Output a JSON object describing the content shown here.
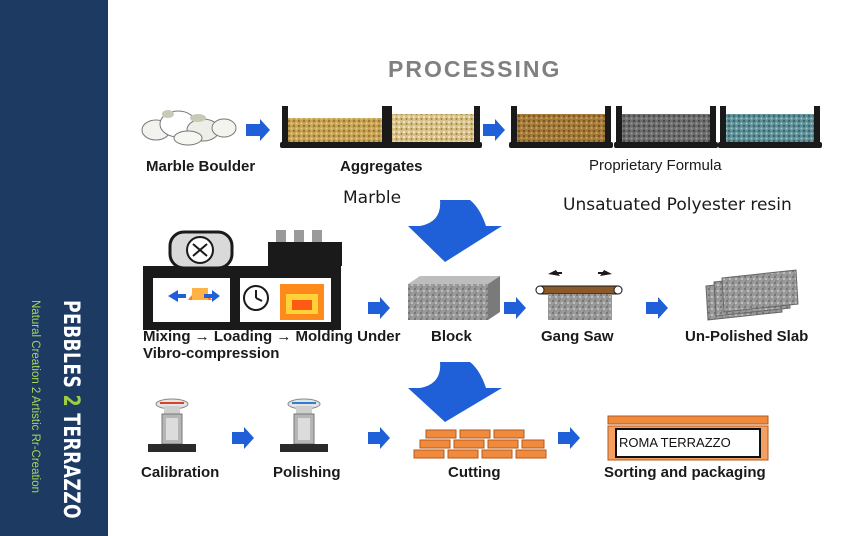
{
  "brand": {
    "title_part1": "PEBBLES",
    "title_num": "2",
    "title_part2": "TERRAZZO",
    "tagline": "Natural Creation 2 Artistic Rr-Creation"
  },
  "diagram": {
    "title": "PROCESSING",
    "labels": {
      "marble_boulder": "Marble Boulder",
      "aggregates": "Aggregates",
      "proprietary_formula": "Proprietary Formula",
      "marble": "Marble",
      "resin": "Unsatuated Polyester resin",
      "mixing_line1": "Mixing → Loading → Molding Under",
      "mixing_line2": "Vibro-compression",
      "block": "Block",
      "gang_saw": "Gang Saw",
      "unpolished_slab": "Un-Polished Slab",
      "calibration": "Calibration",
      "polishing": "Polishing",
      "cutting": "Cutting",
      "sorting": "Sorting and packaging",
      "roma_terrazzo": "ROMA TERRAZZO"
    },
    "colors": {
      "sidebar": "#1d3a63",
      "arrow_blue": "#1f5fd8",
      "tile_orange": "#f08a3c",
      "accent_green": "#9ccf3f"
    }
  }
}
